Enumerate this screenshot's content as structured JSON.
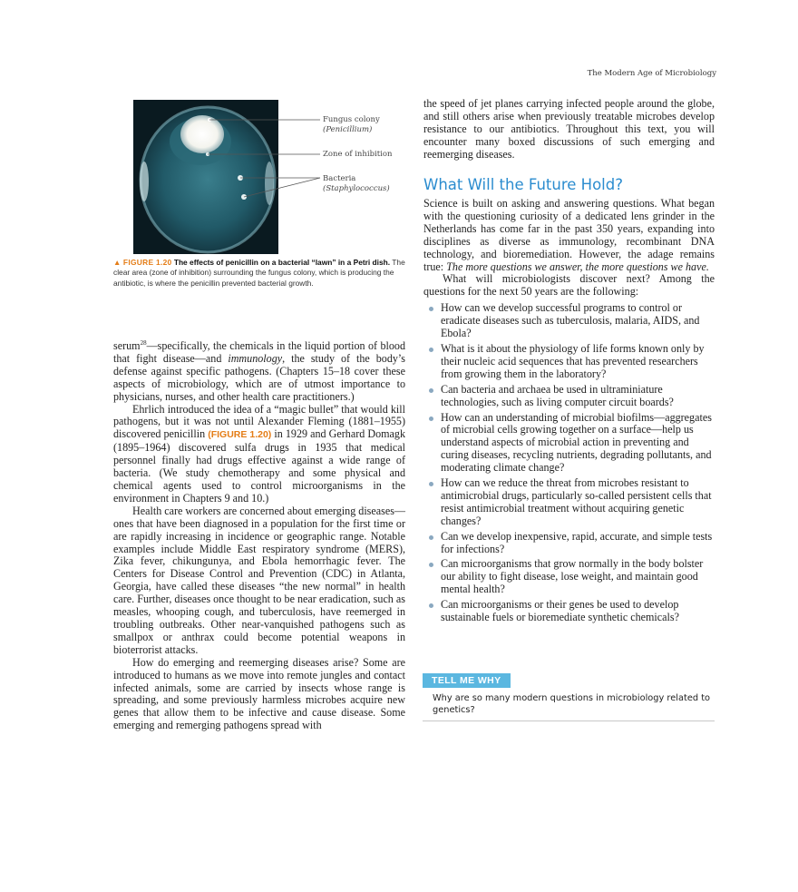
{
  "running_head": "The Modern Age of Microbiology",
  "figure": {
    "callouts": [
      {
        "line1": "Fungus colony",
        "line2": "(Penicillium)"
      },
      {
        "line1": "Zone of inhibition",
        "line2": ""
      },
      {
        "line1": "Bacteria",
        "line2": "(Staphylococcus)"
      }
    ],
    "caption_label": "FIGURE 1.20",
    "caption_title": "The effects of penicillin on a bacterial “lawn” in a Petri dish.",
    "caption_body": "The clear area (zone of inhibition) surrounding the fungus colony, which is producing the antibiotic, is where the penicillin prevented bacterial growth."
  },
  "left_column": {
    "p1_start": "serum",
    "p1_sup": "28",
    "p1_a": "—specifically, the chemicals in the liquid portion of blood that fight disease—and ",
    "p1_italic": "immunology",
    "p1_b": ", the study of the body’s defense against specific pathogens. (Chapters 15–18 cover these aspects of microbiology, which are of utmost importance to physicians, nurses, and other health care practitioners.)",
    "p2_a": "Ehrlich introduced the idea of a “magic bullet” that would kill pathogens, but it was not until Alexander Fleming (1881–1955) discovered penicillin ",
    "p2_ref": "(FIGURE 1.20)",
    "p2_b": " in 1929 and Gerhard Domagk (1895–1964) discovered sulfa drugs in 1935 that medical personnel finally had drugs effective against a wide range of bacteria. (We study chemotherapy and some physical and chemical agents used to control microorganisms in the environment in Chapters 9 and 10.)",
    "p3": "Health care workers are concerned about emerging diseases—ones that have been diagnosed in a population for the first time or are rapidly increasing in incidence or geographic range. Notable examples include Middle East respiratory syndrome (MERS), Zika fever, chikungunya, and Ebola hemorrhagic fever. The Centers for Disease Control and Prevention (CDC) in Atlanta, Georgia, have called these diseases “the new normal” in health care. Further, diseases once thought to be near eradication, such as measles, whooping cough, and tuberculosis, have reemerged in troubling outbreaks. Other near-vanquished pathogens such as smallpox or anthrax could become potential weapons in bioterrorist attacks.",
    "p4": "How do emerging and reemerging diseases arise? Some are introduced to humans as we move into remote jungles and contact infected animals, some are carried by insects whose range is spreading, and some previously harmless microbes acquire new genes that allow them to be infective and cause disease. Some emerging and remerging pathogens spread with"
  },
  "right_column": {
    "continuation": "the speed of jet planes carrying infected people around the globe, and still others arise when previously treatable microbes develop resistance to our antibiotics. Throughout this text, you will encounter many boxed discussions of such emerging and reemerging diseases.",
    "section_heading": "What Will the Future Hold?",
    "p1_a": "Science is built on asking and answering questions. What began with the questioning curiosity of a dedicated lens grinder in the Netherlands has come far in the past 350 years, expanding into disciplines as diverse as immunology, recombinant DNA technology, and bioremediation. However, the adage remains true: ",
    "p1_italic": "The more questions we answer, the more questions we have.",
    "p2": "What will microbiologists discover next? Among the questions for the next 50 years are the following:",
    "bullets": [
      "How can we develop successful programs to control or eradicate diseases such as tuberculosis, malaria, AIDS, and Ebola?",
      "What is it about the physiology of life forms known only by their nucleic acid sequences that has prevented researchers from growing them in the laboratory?",
      "Can bacteria and archaea be used in ultraminiature technologies, such as living computer circuit boards?",
      "How can an understanding of microbial biofilms—aggregates of microbial cells growing together on a surface—help us understand aspects of microbial action in preventing and curing diseases, recycling nutrients, degrading pollutants, and moderating climate change?",
      "How can we reduce the threat from microbes resistant to antimicrobial drugs, particularly so-called persistent cells that resist antimicrobial treatment without acquiring genetic changes?",
      "Can we develop inexpensive, rapid, accurate, and simple tests for infections?",
      "Can microorganisms that grow normally in the body bolster our ability to fight disease, lose weight, and maintain good mental health?",
      "Can microorganisms or their genes be used to develop sustainable fuels or bioremediate synthetic chemicals?"
    ]
  },
  "tell_me_why": {
    "label": "TELL ME WHY",
    "question": "Why are so many modern questions in microbiology related to genetics?"
  }
}
